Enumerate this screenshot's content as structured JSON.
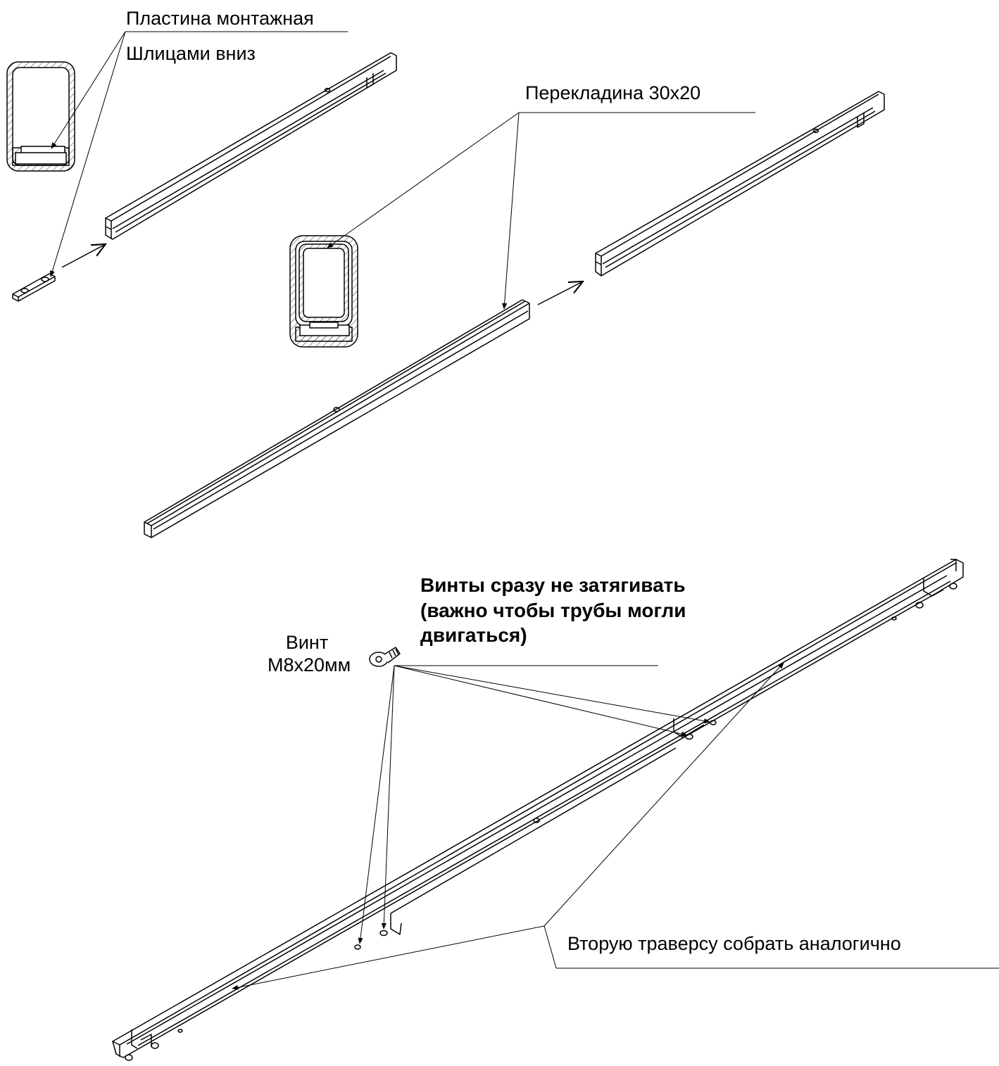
{
  "labels": {
    "plate_title": "Пластина монтажная",
    "plate_note": "Шлицами вниз",
    "crossbar": "Перекладина 30х20",
    "warning_line1": "Винты сразу не затягивать",
    "warning_line2": "(важно чтобы трубы могли",
    "warning_line3": "двигаться)",
    "screw_line1": "Винт",
    "screw_line2": "М8х20мм",
    "second_traverse": "Вторую траверсу собрать аналогично"
  },
  "colors": {
    "line": "#000000",
    "background": "#ffffff",
    "hatch": "#555555"
  }
}
